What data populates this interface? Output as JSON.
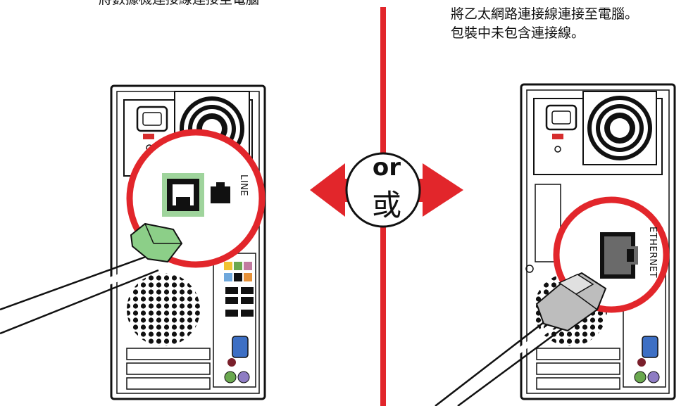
{
  "captions": {
    "left": "將數據機連接線連接至電腦",
    "right_line1": "將乙太網路連接線連接至電腦。",
    "right_line2": "包裝中未包含連接線。"
  },
  "or_badge": {
    "english": "or",
    "chinese": "或"
  },
  "ports": {
    "modem_label": "LINE",
    "network_label": "ETHERNET"
  },
  "colors": {
    "accent_red": "#e2262b",
    "modem_highlight": "#9fd49c",
    "modem_plug": "#8ccf88",
    "ethernet_plug": "#bdbdbd",
    "ethernet_port": "#6a6a6a"
  },
  "icons": [
    "computer-tower",
    "modem-jack-icon",
    "ethernet-jack-icon",
    "double-arrow-icon"
  ]
}
